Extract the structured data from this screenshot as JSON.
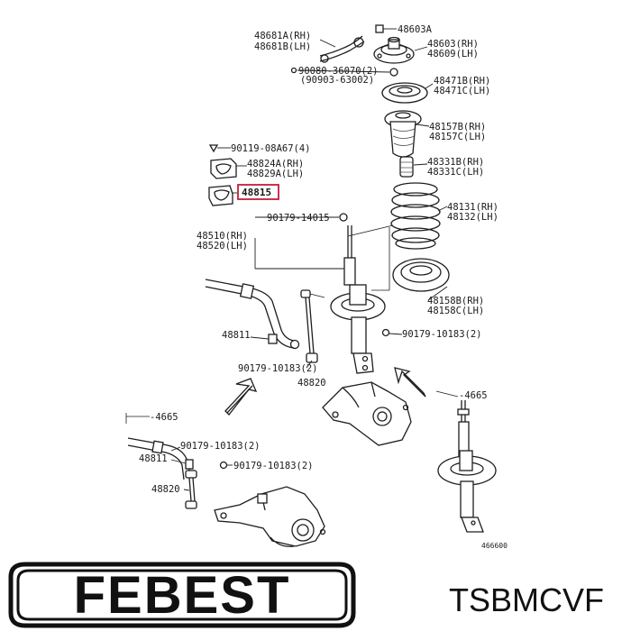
{
  "labels": {
    "p48681": [
      "48681A(RH)",
      "48681B(LH)"
    ],
    "p48603": "48603A",
    "p48603b": [
      "48603(RH)",
      "48609(LH)"
    ],
    "p90080": [
      "90080-36070(2)",
      "(90903-63002)"
    ],
    "p48471": [
      "48471B(RH)",
      "48471C(LH)"
    ],
    "p48157": [
      "48157B(RH)",
      "48157C(LH)"
    ],
    "p90119": "90119-08A67(4)",
    "p48824": [
      "48824A(RH)",
      "48829A(LH)"
    ],
    "p48331": [
      "48331B(RH)",
      "48331C(LH)"
    ],
    "p48815": "48815",
    "p48131": [
      "48131(RH)",
      "48132(LH)"
    ],
    "p90179a": "90179-14015",
    "p48510": [
      "48510(RH)",
      "48520(LH)"
    ],
    "p48158": [
      "48158B(RH)",
      "48158C(LH)"
    ],
    "p48811a": "48811",
    "p90179b": "90179-10183(2)",
    "p90179c": "90179-10183(2)",
    "p48820a": "48820",
    "p4665": "-4665",
    "p4665b": "-4665",
    "p90179d": "90179-10183(2)",
    "p48811b": "48811",
    "p90179e": "90179-10183(2)",
    "p48820b": "48820",
    "pcode": "466600"
  },
  "footer": {
    "brand": "FEBEST",
    "part_code": "TSBMCVF"
  },
  "colors": {
    "highlight_box": "#c0203a",
    "ink": "#1e1e1e"
  }
}
